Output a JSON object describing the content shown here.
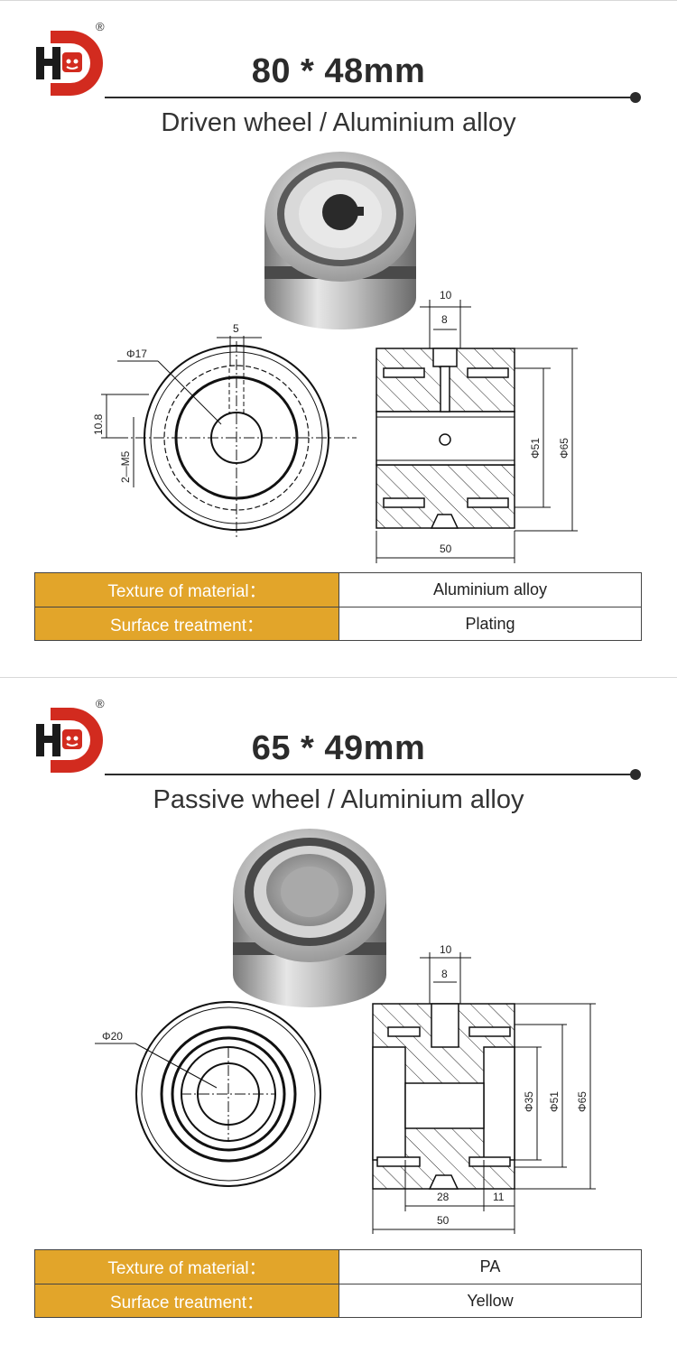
{
  "sections": [
    {
      "title": "80 * 48mm",
      "subtitle": "Driven wheel / Aluminium alloy",
      "registered_mark": "®",
      "drawing_labels": {
        "d17": "Φ17",
        "five": "5",
        "ten8": "10.8",
        "m5": "2—M5",
        "top10": "10",
        "top8": "8",
        "d51": "Φ51",
        "d65": "Φ65",
        "w50": "50"
      },
      "specs": [
        {
          "label": "Texture of material：",
          "value": "Aluminium alloy"
        },
        {
          "label": "Surface treatment：",
          "value": "Plating"
        }
      ]
    },
    {
      "title": "65 * 49mm",
      "subtitle": "Passive wheel / Aluminium alloy",
      "registered_mark": "®",
      "drawing_labels": {
        "d20": "Φ20",
        "top10": "10",
        "top8": "8",
        "d35": "Φ35",
        "d51": "Φ51",
        "d65": "Φ65",
        "w28": "28",
        "w11": "11",
        "w50": "50"
      },
      "specs": [
        {
          "label": "Texture of material：",
          "value": "PA"
        },
        {
          "label": "Surface treatment：",
          "value": "Yellow"
        }
      ]
    }
  ],
  "colors": {
    "brand_red": "#d22b1f",
    "label_gold": "#e2a52a",
    "ink": "#2b2b2b"
  }
}
